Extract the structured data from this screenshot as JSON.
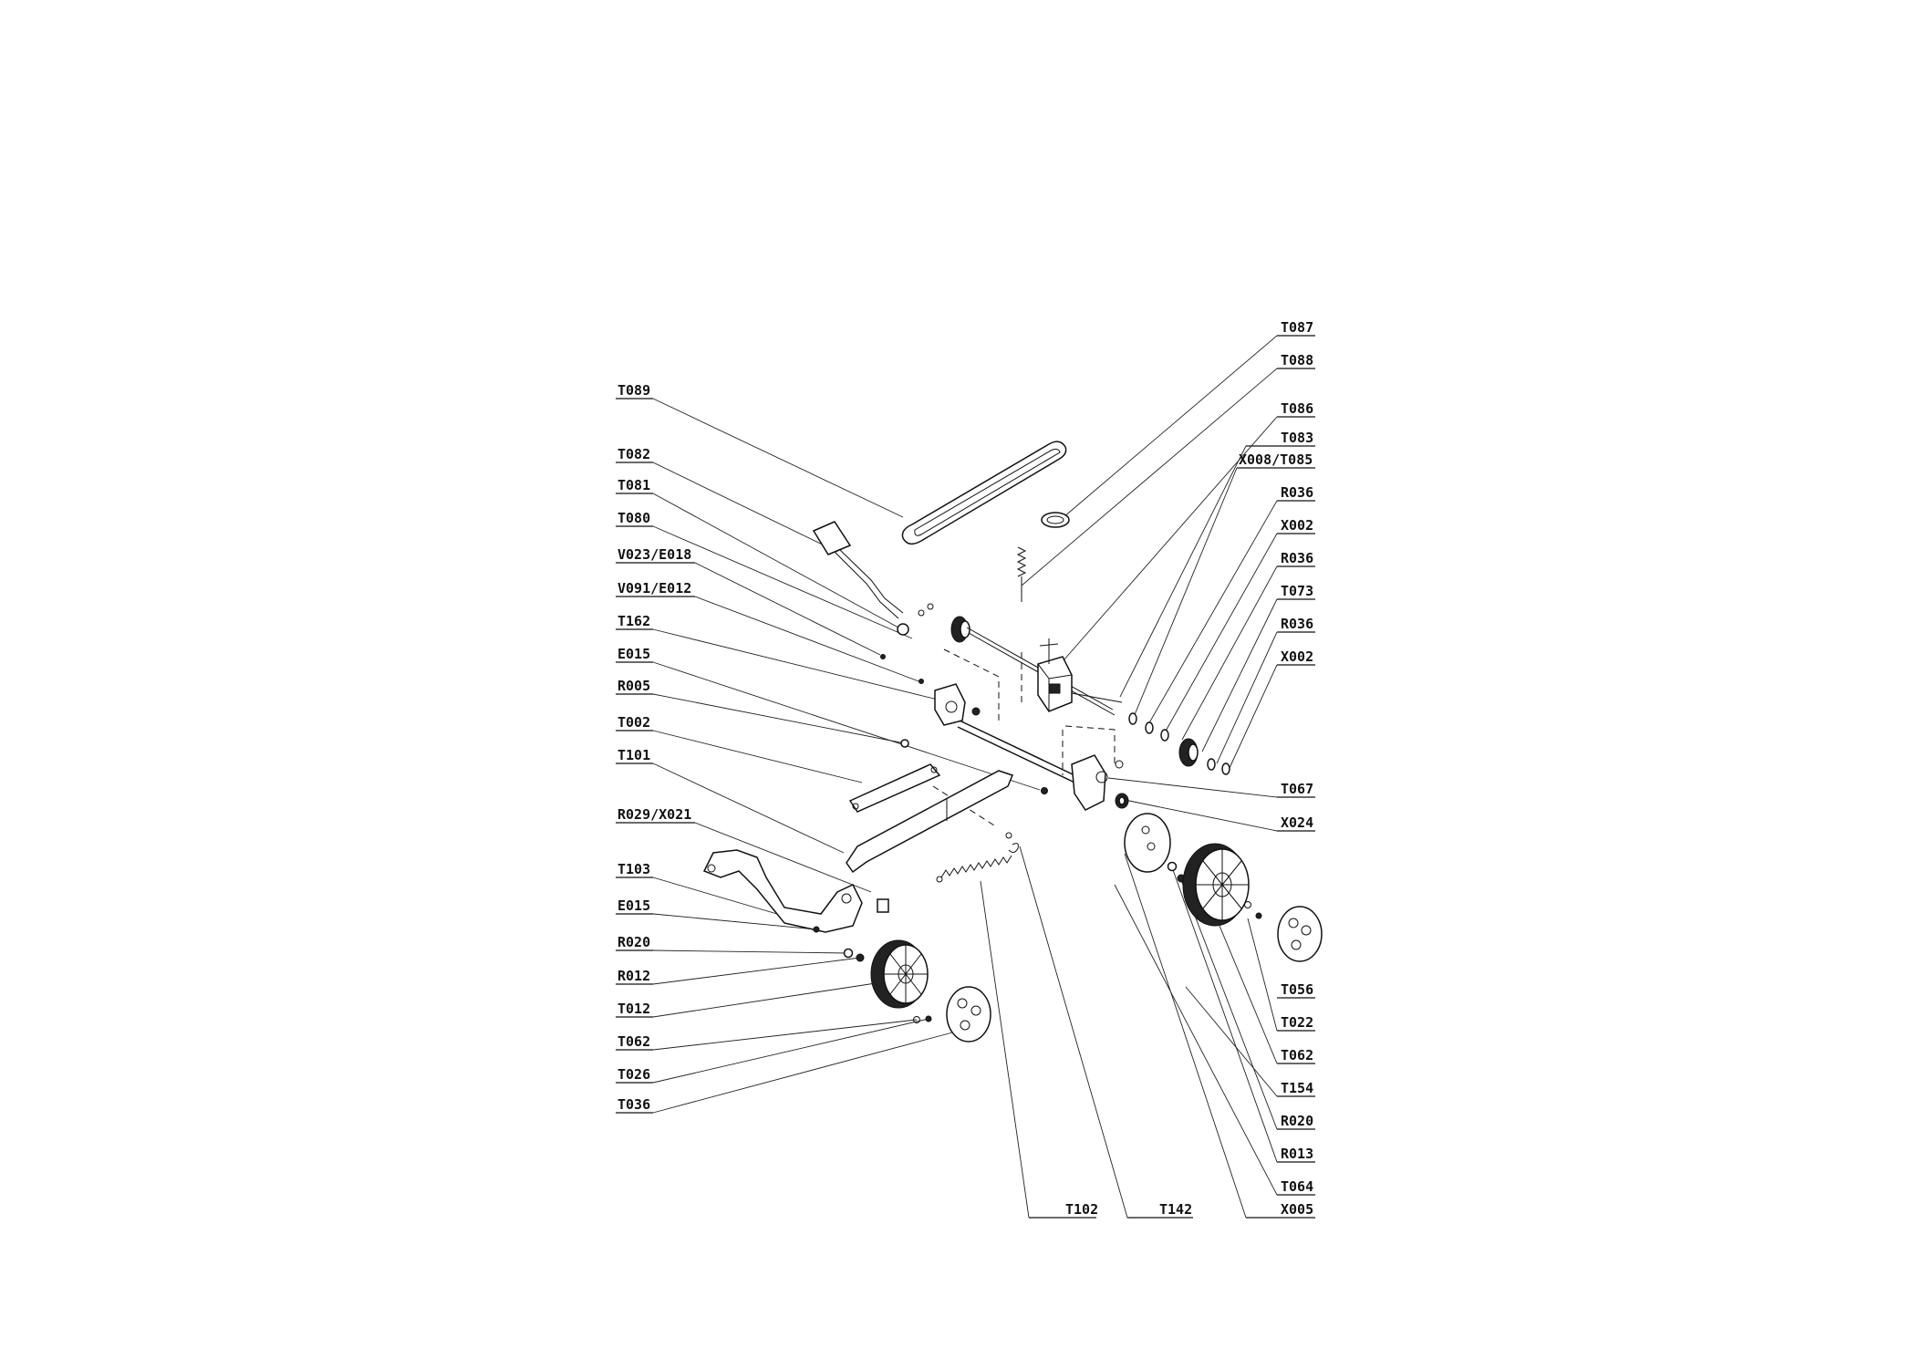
{
  "left_labels": [
    "T089",
    "T082",
    "T081",
    "T080",
    "V023/E018",
    "V091/E012",
    "T162",
    "E015",
    "R005",
    "T002",
    "T101",
    "R029/X021",
    "T103",
    "E015",
    "R020",
    "R012",
    "T012",
    "T062",
    "T026",
    "T036"
  ],
  "right_labels": [
    "T087",
    "T088",
    "T086",
    "T083",
    "X008/T085",
    "R036",
    "X002",
    "R036",
    "T073",
    "R036",
    "X002",
    "T067",
    "X024",
    "T056",
    "T022",
    "T062",
    "T154",
    "R020",
    "R013",
    "T064",
    "X005"
  ],
  "bottom_labels": [
    "T102",
    "T142"
  ]
}
